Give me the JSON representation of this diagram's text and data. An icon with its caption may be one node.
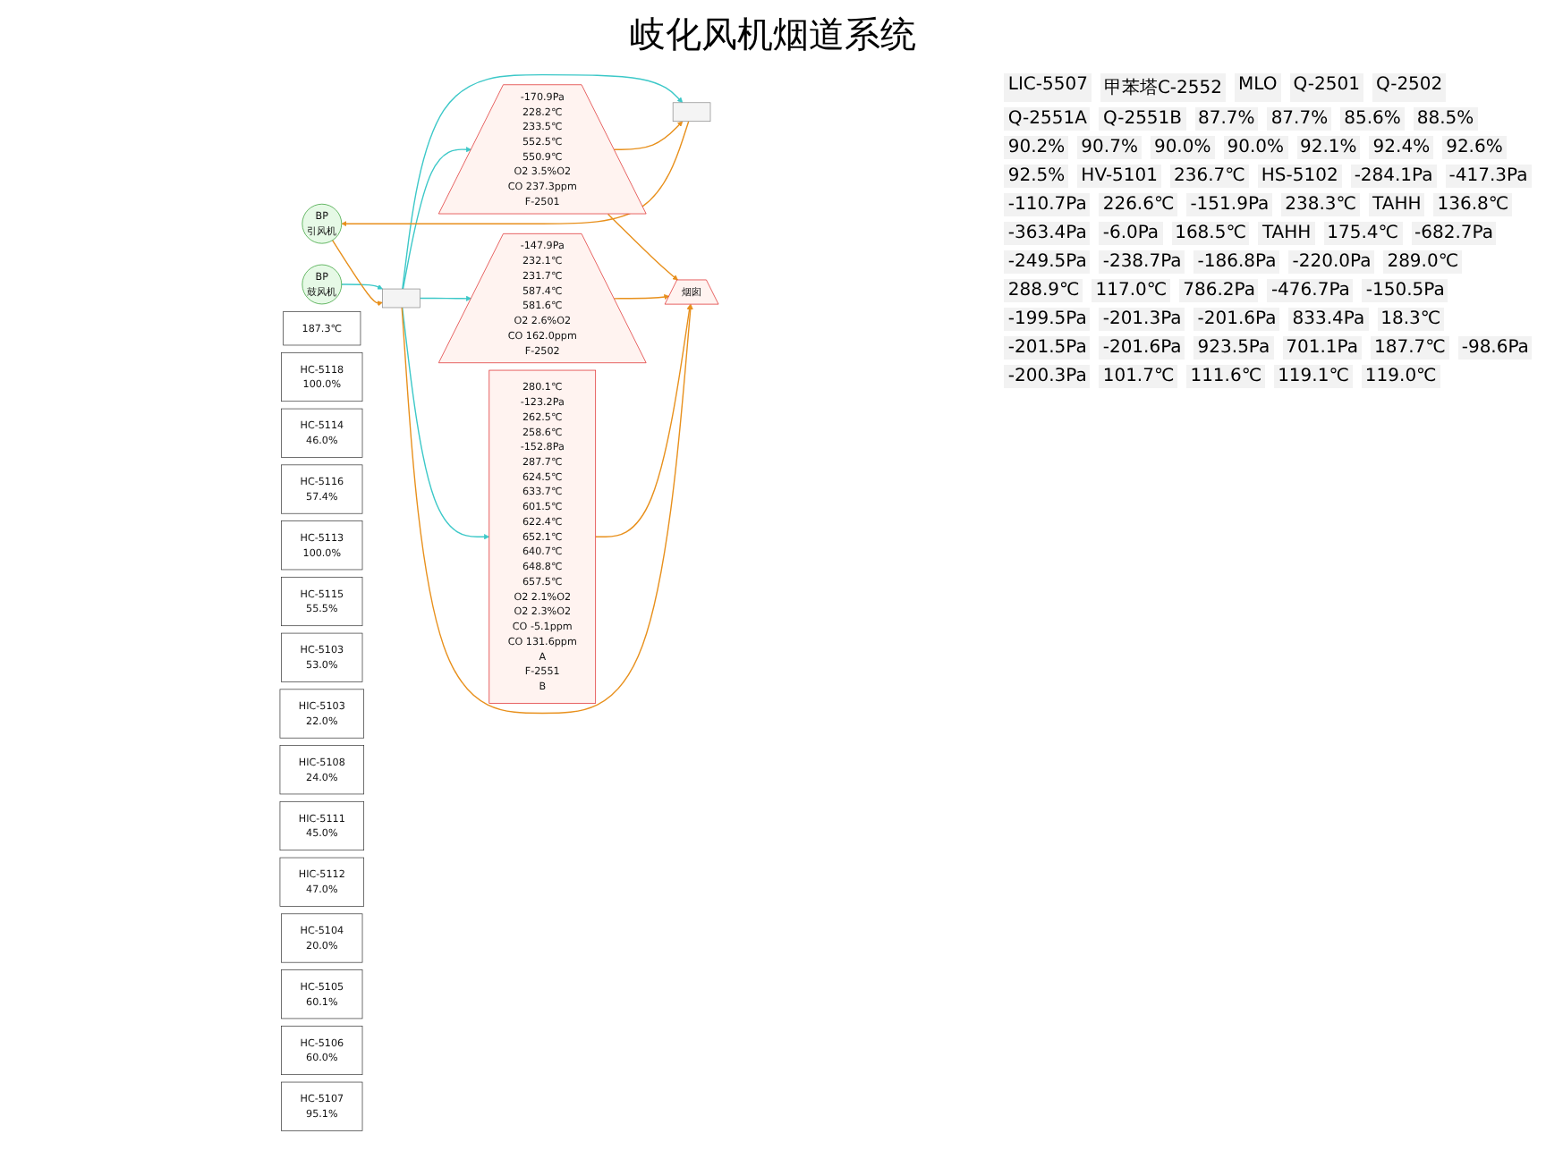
{
  "diagram": {
    "title": "岐化风机烟道系统",
    "nodes": [
      {
        "text": [
          "BP",
          "引风机"
        ]
      },
      {
        "text": [
          "BP",
          "鼓风机"
        ]
      },
      {
        "text": [],
        "shape": "box"
      },
      {
        "text": [],
        "shape": "box"
      },
      {
        "text": [
          "-170.9Pa",
          "228.2℃",
          "233.5℃",
          "552.5℃",
          "550.9℃",
          "O2 3.5%O2",
          "CO 237.3ppm",
          "F-2501"
        ]
      },
      {
        "text": [
          "-147.9Pa",
          "232.1℃",
          "231.7℃",
          "587.4℃",
          "581.6℃",
          "O2 2.6%O2",
          "CO 162.0ppm",
          "F-2502"
        ]
      },
      {
        "text": [
          "280.1℃",
          "-123.2Pa",
          "262.5℃",
          "258.6℃",
          "-152.8Pa",
          "287.7℃",
          "624.5℃",
          "633.7℃",
          "601.5℃",
          "622.4℃",
          "652.1℃",
          "640.7℃",
          "648.8℃",
          "657.5℃",
          "O2 2.1%O2",
          "O2 2.3%O2",
          "CO -5.1ppm",
          "CO 131.6ppm",
          "A",
          "F-2551",
          "B"
        ]
      },
      {
        "text": [
          "烟囱"
        ]
      },
      {
        "text": [
          "187.3℃"
        ]
      },
      {
        "text": [
          "HC-5118",
          "100.0%"
        ]
      },
      {
        "text": [
          "HC-5114",
          "46.0%"
        ]
      },
      {
        "text": [
          "HC-5116",
          "57.4%"
        ]
      },
      {
        "text": [
          "HC-5113",
          "100.0%"
        ]
      },
      {
        "text": [
          "HC-5115",
          "55.5%"
        ]
      },
      {
        "text": [
          "HC-5103",
          "53.0%"
        ]
      },
      {
        "text": [
          "HIC-5103",
          "22.0%"
        ]
      },
      {
        "text": [
          "HIC-5108",
          "24.0%"
        ]
      },
      {
        "text": [
          "HIC-5111",
          "45.0%"
        ]
      },
      {
        "text": [
          "HIC-5112",
          "47.0%"
        ]
      },
      {
        "text": [
          "HC-5104",
          "20.0%"
        ]
      },
      {
        "text": [
          "HC-5105",
          "60.1%"
        ]
      },
      {
        "text": [
          "HC-5106",
          "60.0%"
        ]
      },
      {
        "text": [
          "HC-5107",
          "95.1%"
        ]
      }
    ],
    "edges": [
      {
        "from": 1,
        "to": 2,
        "arrow": "to",
        "color": "#3cc8c8"
      },
      {
        "from": 2,
        "to": 3,
        "arrow": "to",
        "color": "#3cc8c8"
      },
      {
        "from": 2,
        "to": 4,
        "arrow": "to",
        "color": "#3cc8c8"
      },
      {
        "from": 2,
        "to": 5,
        "arrow": "to",
        "color": "#3cc8c8"
      },
      {
        "from": 2,
        "to": 6,
        "arrow": "to",
        "color": "#3cc8c8"
      },
      {
        "from": 4,
        "to": 7,
        "arrow": "to"
      },
      {
        "from": 5,
        "to": 7,
        "arrow": "to"
      },
      {
        "from": 6,
        "to": 7,
        "arrow": "to"
      },
      {
        "from": 4,
        "to": 3,
        "arrow": "to"
      },
      {
        "from": 3,
        "to": 0,
        "arrow": "to"
      },
      {
        "from": 0,
        "to": 2,
        "arrow": "to"
      },
      {
        "from": 2,
        "to": 7,
        "arrow": "to"
      }
    ],
    "labels": [
      "LIC-5507",
      "甲苯塔C-2552",
      "MLO",
      "Q-2501",
      "Q-2502",
      "Q-2551A",
      "Q-2551B",
      "87.7%",
      "87.7%",
      "85.6%",
      "88.5%",
      "90.2%",
      "90.7%",
      "90.0%",
      "90.0%",
      "92.1%",
      "92.4%",
      "92.6%",
      "92.5%",
      "HV-5101",
      "236.7℃",
      "HS-5102",
      "-284.1Pa",
      "-417.3Pa",
      "-110.7Pa",
      "226.6℃",
      "-151.9Pa",
      "238.3℃",
      "TAHH",
      "136.8℃",
      "-363.4Pa",
      "-6.0Pa",
      "168.5℃",
      "TAHH",
      "175.4℃",
      "-682.7Pa",
      "-249.5Pa",
      "-238.7Pa",
      "-186.8Pa",
      "-220.0Pa",
      "289.0℃",
      "288.9℃",
      "117.0℃",
      "786.2Pa",
      "-476.7Pa",
      "-150.5Pa",
      "-199.5Pa",
      "-201.3Pa",
      "-201.6Pa",
      "833.4Pa",
      "18.3℃",
      "-201.5Pa",
      "-201.6Pa",
      "923.5Pa",
      "701.1Pa",
      "187.7℃",
      "-98.6Pa",
      "-200.3Pa",
      "101.7℃",
      "111.6℃",
      "119.1℃",
      "119.0℃"
    ]
  }
}
